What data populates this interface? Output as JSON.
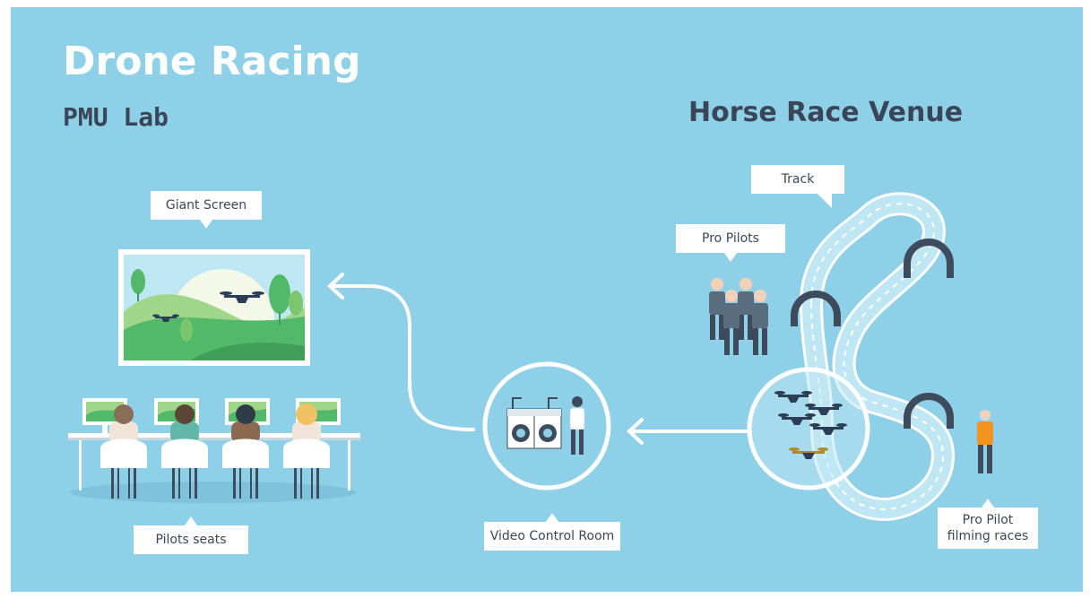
{
  "header": {
    "title": "Drone Racing",
    "subtitle": "PMU Lab",
    "venue_title": "Horse Race Venue"
  },
  "labels": {
    "giant_screen": "Giant Screen",
    "pilots_seats": "Pilots seats",
    "video_control_room": "Video Control Room",
    "track": "Track",
    "pro_pilots": "Pro Pilots",
    "pro_pilot_filming_line1": "Pro Pilot",
    "pro_pilot_filming_line2": "filming races"
  },
  "colors": {
    "background": "#8dd0e8",
    "title": "#ffffff",
    "text_dark": "#3a4658",
    "callout_bg": "#ffffff",
    "track_fill": "#bfe6f3",
    "gate": "#3e4b5c",
    "pilot_shirt": "#5a6d7e",
    "filming_pilot_shirt": "#f39322",
    "grass": "#52b86a"
  },
  "icons": {
    "giant_screen": "landscape-screen-icon",
    "drone": "quadcopter-drone-icon",
    "control_console": "video-console-icon",
    "gate": "race-gate-icon",
    "person": "person-icon"
  }
}
